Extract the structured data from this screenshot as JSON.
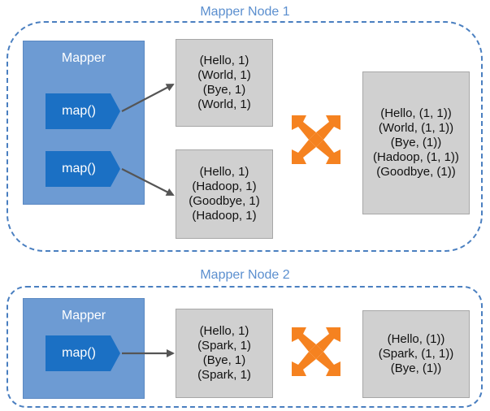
{
  "colors": {
    "title_text": "#5b8fcf",
    "frame_border": "#4a7fc0",
    "mapper_fill": "#6d9bd3",
    "map_button_fill": "#1b70c4",
    "box_fill": "#d0d0d0",
    "arrow": "#555555",
    "shuffle_icon": "#f58220"
  },
  "nodes": [
    {
      "title": "Mapper Node 1",
      "mapper_label": "Mapper",
      "map_buttons": [
        "map()",
        "map()"
      ],
      "map_outputs": [
        [
          "(Hello, 1)",
          "(World, 1)",
          "(Bye, 1)",
          "(World, 1)"
        ],
        [
          "(Hello, 1)",
          "(Hadoop, 1)",
          "(Goodbye, 1)",
          "(Hadoop, 1)"
        ]
      ],
      "shuffle_icon": "orange-shuffle-arrows-icon",
      "combined": [
        "(Hello, (1, 1))",
        "(World, (1, 1))",
        "(Bye, (1))",
        "(Hadoop, (1, 1))",
        "(Goodbye, (1))"
      ]
    },
    {
      "title": "Mapper Node 2",
      "mapper_label": "Mapper",
      "map_buttons": [
        "map()"
      ],
      "map_outputs": [
        [
          "(Hello, 1)",
          "(Spark, 1)",
          "(Bye, 1)",
          "(Spark, 1)"
        ]
      ],
      "shuffle_icon": "orange-shuffle-arrows-icon",
      "combined": [
        "(Hello, (1))",
        "(Spark, (1, 1))",
        "(Bye, (1))"
      ]
    }
  ]
}
